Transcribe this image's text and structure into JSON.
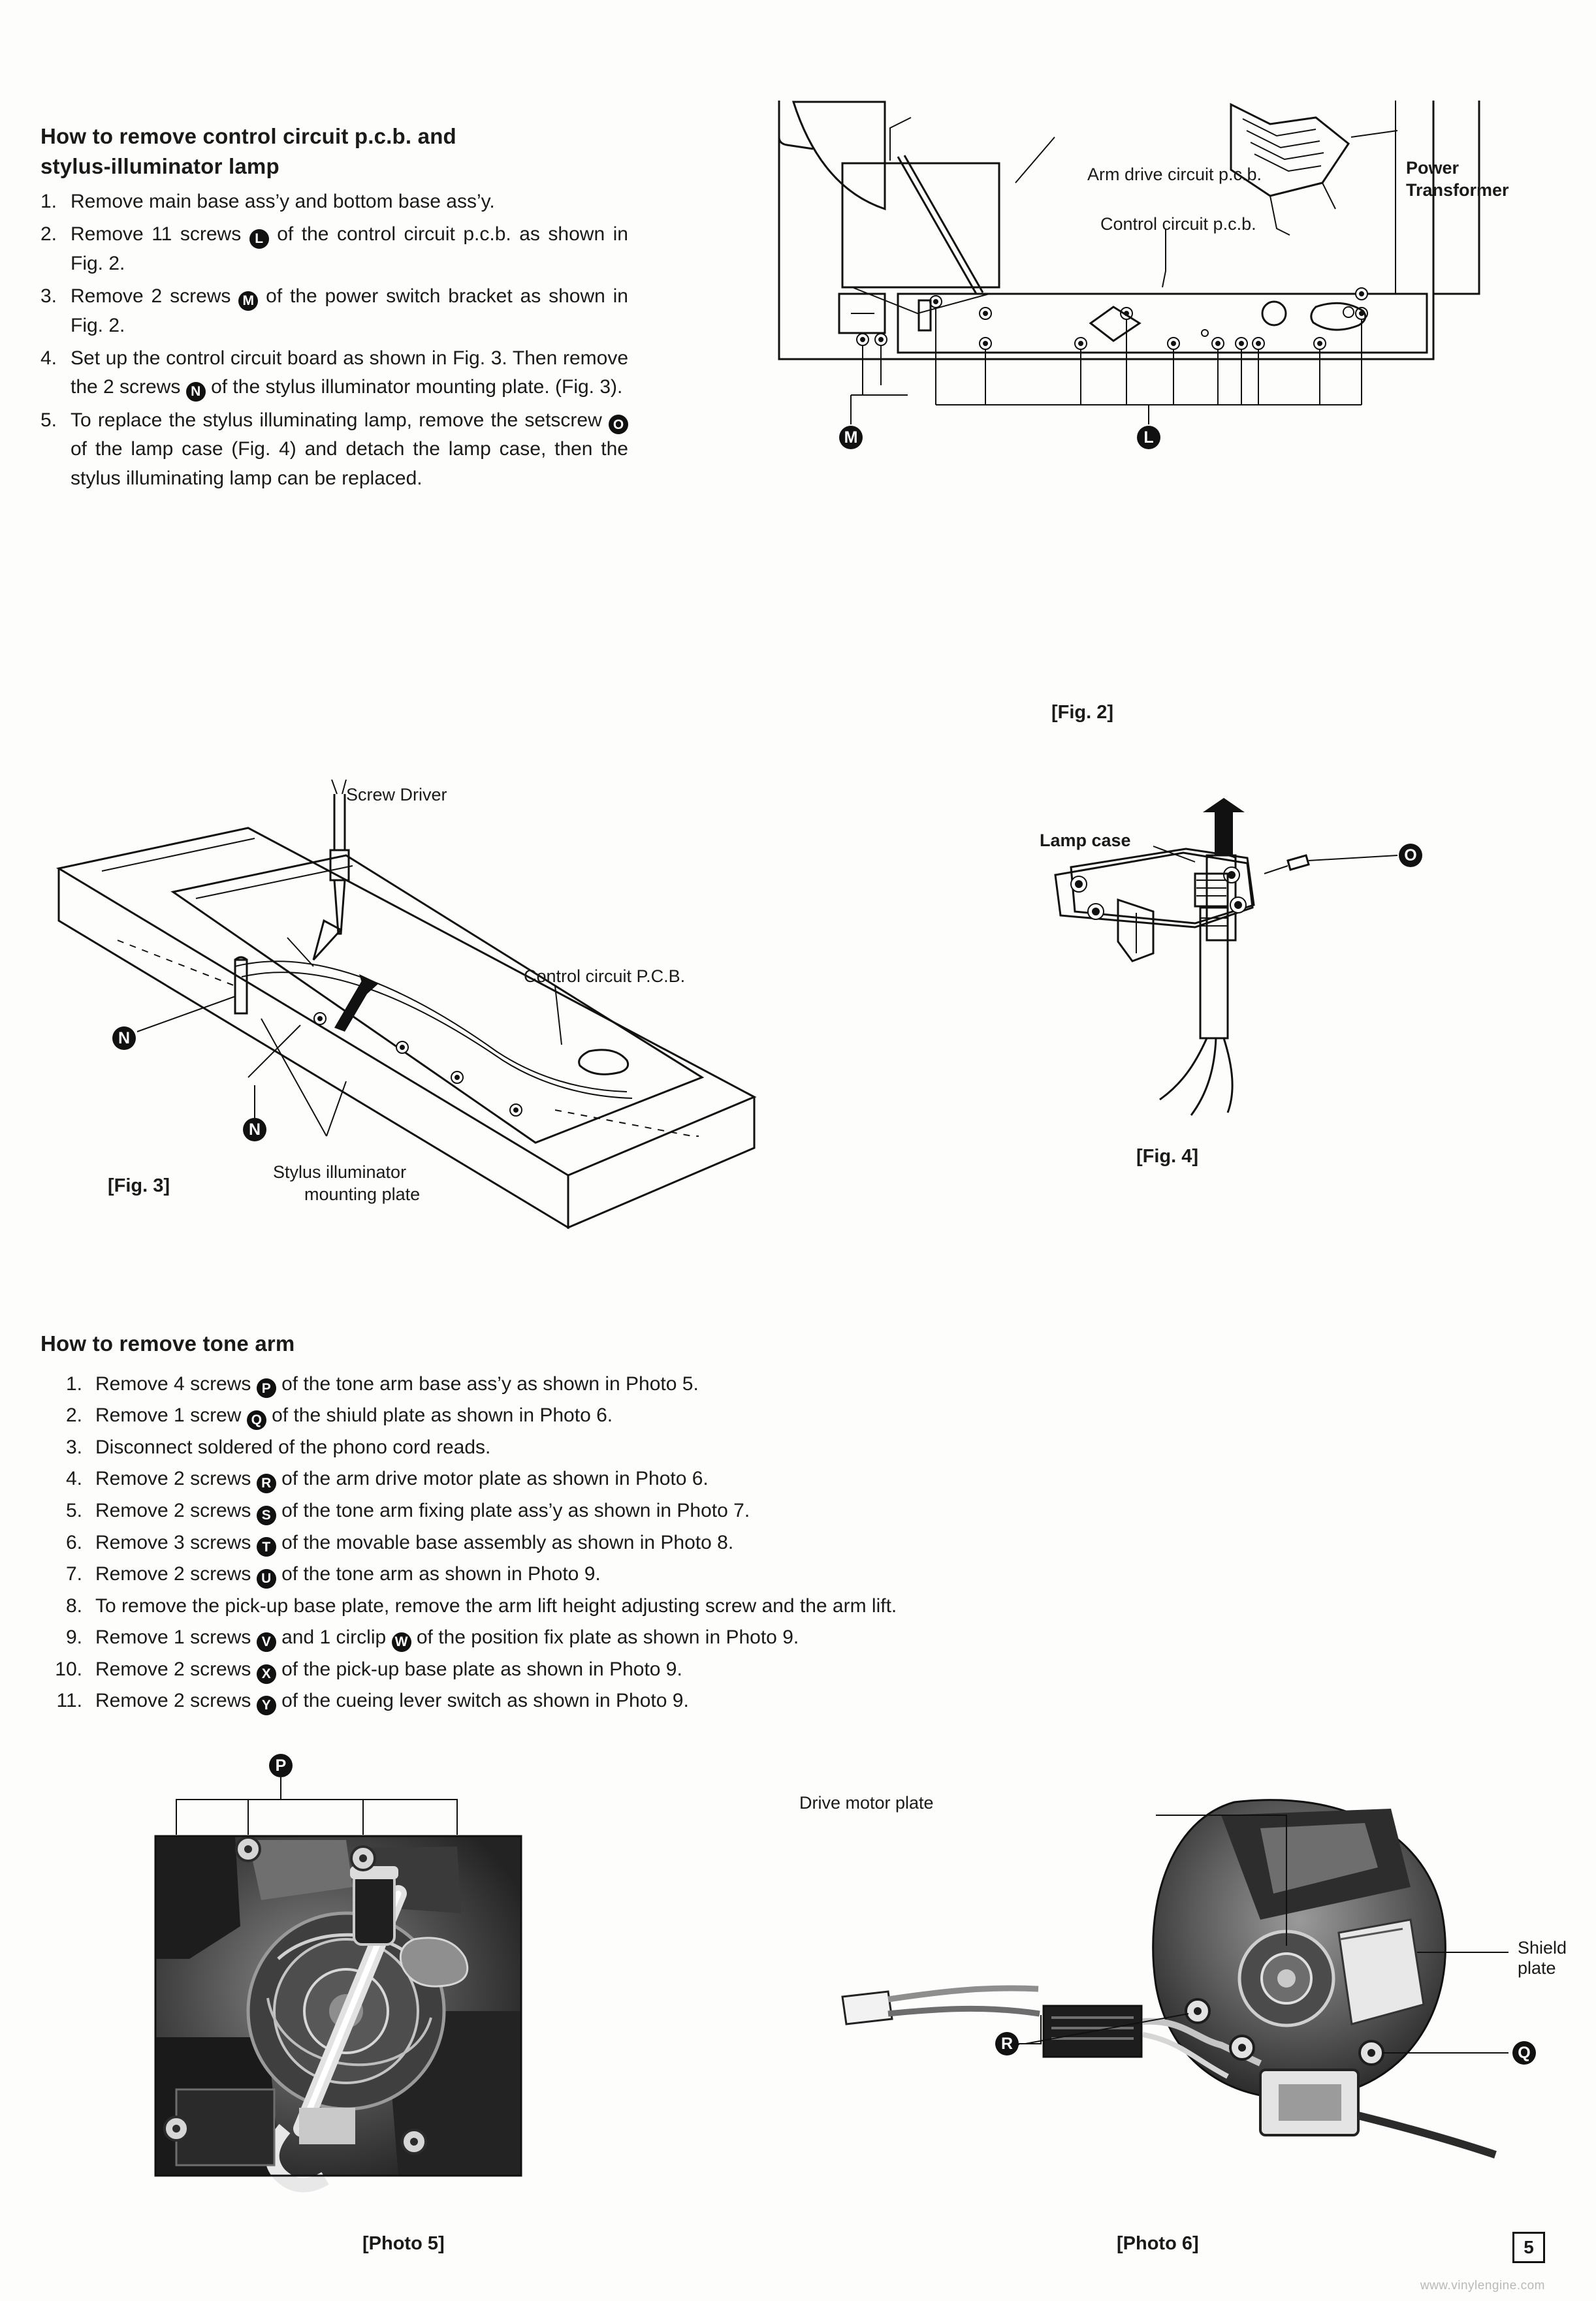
{
  "page": {
    "number": "5",
    "watermark": "www.vinylengine.com"
  },
  "section1": {
    "title_line1": "How to remove control circuit p.c.b. and",
    "title_line2": "stylus-illuminator lamp",
    "steps": [
      {
        "num": "1.",
        "text_before": "Remove main base ass’y and bottom base ass’y.",
        "badge": "",
        "text_after": ""
      },
      {
        "num": "2.",
        "text_before": "Remove 11 screws ",
        "badge": "L",
        "text_after": " of the control circuit p.c.b. as shown in Fig. 2."
      },
      {
        "num": "3.",
        "text_before": "Remove 2 screws ",
        "badge": "M",
        "text_after": " of the power switch bracket as shown in Fig. 2."
      },
      {
        "num": "4.",
        "text_before": "Set up the control circuit board as shown in Fig. 3. Then remove the 2 screws ",
        "badge": "N",
        "text_after": " of the stylus illuminator mounting plate.  (Fig. 3)."
      },
      {
        "num": "5.",
        "text_before": "To replace the stylus illuminating lamp, remove the setscrew ",
        "badge": "O",
        "text_after": " of the lamp case (Fig. 4) and detach the lamp case, then the stylus illuminating lamp can be replaced."
      }
    ]
  },
  "fig2": {
    "caption": "[Fig. 2]",
    "labels": {
      "arm_drive": "Arm drive circuit p.c.b.",
      "power_transformer_line1": "Power",
      "power_transformer_line2": "Transformer",
      "control_circuit": "Control circuit p.c.b.",
      "badge_m": "M",
      "badge_l": "L"
    }
  },
  "fig3": {
    "caption": "[Fig. 3]",
    "labels": {
      "screw_driver": "Screw Driver",
      "control_pcb": "Control circuit P.C.B.",
      "stylus_plate_line1": "Stylus illuminator",
      "stylus_plate_line2": "mounting plate",
      "badge_n_left": "N",
      "badge_n_bottom": "N"
    }
  },
  "fig4": {
    "caption": "[Fig. 4]",
    "labels": {
      "lamp_case": "Lamp case",
      "badge_o": "O"
    }
  },
  "section2": {
    "title": "How to remove tone arm",
    "steps": [
      {
        "num": "1.",
        "text_before": "Remove 4 screws ",
        "badge": "P",
        "text_after": "of the tone arm base ass’y as shown in Photo 5."
      },
      {
        "num": "2.",
        "text_before": "Remove 1 screw ",
        "badge": "Q",
        "text_after": "of the shiuld plate as shown in Photo 6."
      },
      {
        "num": "3.",
        "text_before": "Disconnect soldered of the phono cord reads.",
        "badge": "",
        "text_after": ""
      },
      {
        "num": "4.",
        "text_before": "Remove 2 screws ",
        "badge": "R",
        "text_after": "of the arm drive motor plate as shown in Photo 6."
      },
      {
        "num": "5.",
        "text_before": "Remove 2 screws ",
        "badge": "S",
        "text_after": "of the tone arm fixing plate ass’y as shown in Photo 7."
      },
      {
        "num": "6.",
        "text_before": "Remove 3 screws ",
        "badge": "T",
        "text_after": "of the movable base assembly as shown in Photo 8."
      },
      {
        "num": "7.",
        "text_before": "Remove 2 screws ",
        "badge": "U",
        "text_after": "of the tone arm as shown in Photo 9."
      },
      {
        "num": "8.",
        "text_before": "To remove the pick-up base plate, remove the arm lift height adjusting screw and the arm lift.",
        "badge": "",
        "text_after": ""
      },
      {
        "num": "9.",
        "text_before": "Remove 1 screws ",
        "badge": "V",
        "text_after": "and 1 circlip ",
        "badge2": "W",
        "text_after2": "of the position fix plate as shown in Photo 9."
      },
      {
        "num": "10.",
        "text_before": "Remove 2 screws ",
        "badge": "X",
        "text_after": "of the pick-up base plate as shown in Photo 9."
      },
      {
        "num": "11.",
        "text_before": "Remove 2 screws ",
        "badge": "Y",
        "text_after": "of the cueing lever switch as shown in Photo 9."
      }
    ]
  },
  "photo5": {
    "caption": "[Photo 5]",
    "badge_p": "P"
  },
  "photo6": {
    "caption": "[Photo 6]",
    "labels": {
      "drive_motor_plate": "Drive motor plate",
      "shield_plate": "Shield plate",
      "badge_r": "R",
      "badge_q": "Q"
    }
  },
  "colors": {
    "ink": "#111111",
    "paper": "#fdfdfb",
    "photo_dark": "#2b2b2b",
    "photo_mid": "#7d7d7d",
    "photo_light": "#d8d8d8"
  }
}
